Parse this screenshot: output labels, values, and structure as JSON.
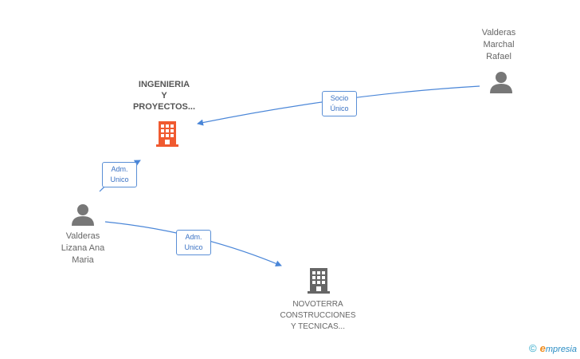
{
  "nodes": {
    "company_main": {
      "lines": [
        "INGENIERIA",
        "Y",
        "PROYECTOS..."
      ],
      "color": "#f05a30"
    },
    "company_other": {
      "lines": [
        "NOVOTERRA",
        "CONSTRUCCIONES",
        "Y TECNICAS..."
      ],
      "color": "#666666"
    },
    "person_rafael": {
      "lines": [
        "Valderas",
        "Marchal",
        "Rafael"
      ]
    },
    "person_ana": {
      "lines": [
        "Valderas",
        "Lizana Ana",
        "Maria"
      ]
    }
  },
  "edges": [
    {
      "lines": [
        "Socio",
        "Único"
      ]
    },
    {
      "lines": [
        "Adm.",
        "Unico"
      ]
    },
    {
      "lines": [
        "Adm.",
        "Unico"
      ]
    }
  ],
  "brand": {
    "copyright": "©",
    "e": "e",
    "rest": "mpresia"
  },
  "colors": {
    "edge": "#4a86d8",
    "person": "#777777"
  }
}
